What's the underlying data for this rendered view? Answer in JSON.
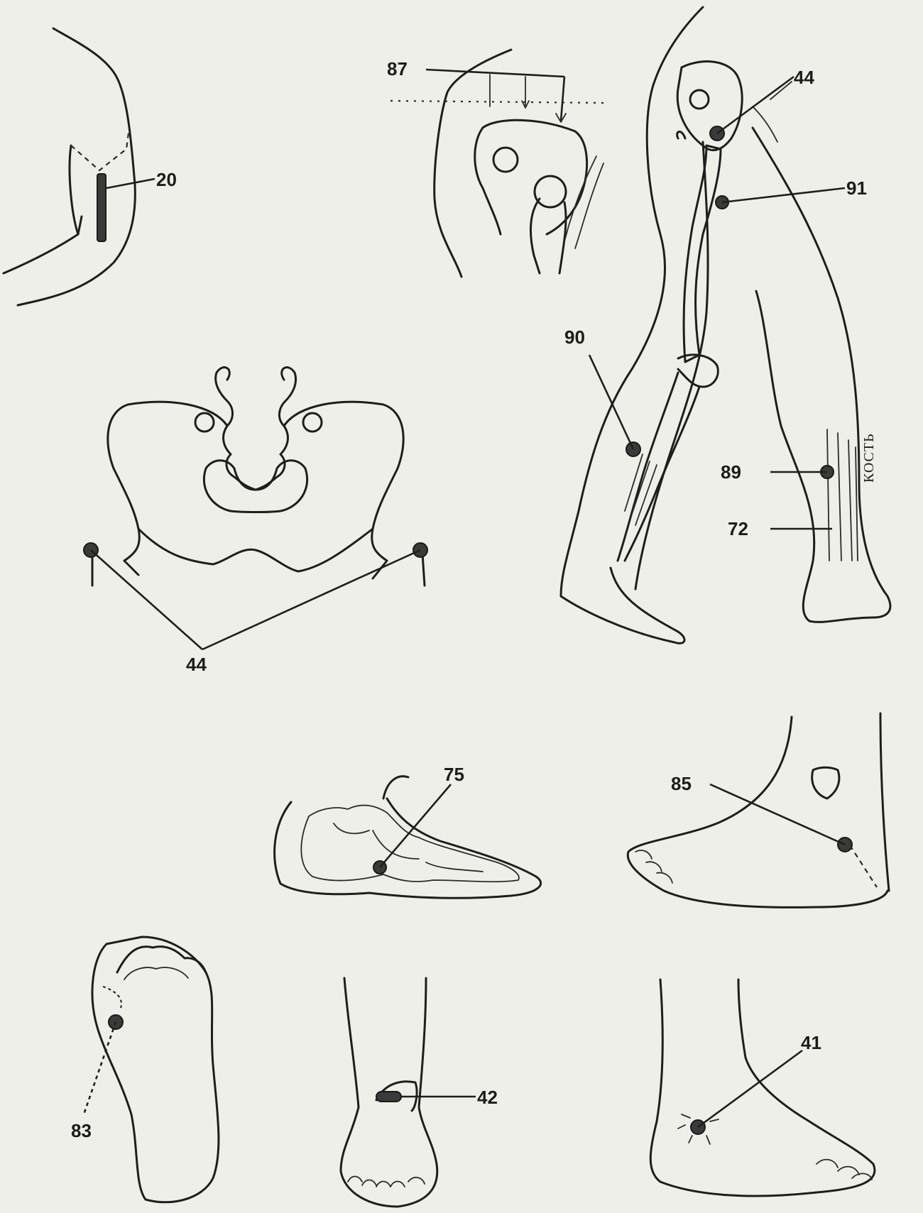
{
  "labels": {
    "p20": "20",
    "p87": "87",
    "p44_hip": "44",
    "p91": "91",
    "p90": "90",
    "p89": "89",
    "p72": "72",
    "kost": "КОСТЬ",
    "p44_pelvis": "44",
    "p75": "75",
    "p85": "85",
    "p83": "83",
    "p42": "42",
    "p41": "41"
  },
  "colors": {
    "paper": "#efefea",
    "ink": "#1e1e1e"
  }
}
